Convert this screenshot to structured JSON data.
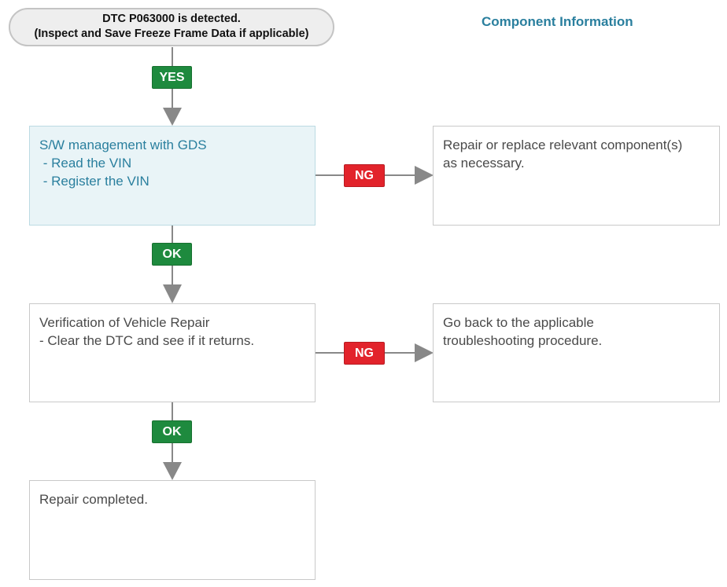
{
  "start": {
    "line1": "DTC P063000 is detected.",
    "line2": "(Inspect and Save Freeze Frame Data if applicable)"
  },
  "component_link": "Component Information",
  "steps": [
    {
      "lines": [
        "S/W management with GDS",
        " - Read the VIN",
        " - Register the VIN"
      ],
      "highlight": true
    },
    {
      "lines": [
        "Repair or replace relevant component(s)",
        "as necessary."
      ]
    },
    {
      "lines": [
        "Verification of Vehicle Repair",
        "- Clear the DTC and see if it returns."
      ]
    },
    {
      "lines": [
        "Go back to the applicable",
        "troubleshooting procedure."
      ]
    },
    {
      "lines": [
        "Repair completed."
      ]
    }
  ],
  "badges": {
    "yes": "YES",
    "ok1": "OK",
    "ok2": "OK",
    "ng1": "NG",
    "ng2": "NG"
  },
  "colors": {
    "accent": "#2a7f9e",
    "ok": "#1e8a3e",
    "ng": "#e2232b",
    "arrow": "#888888",
    "highlight_bg": "#e9f4f7"
  }
}
